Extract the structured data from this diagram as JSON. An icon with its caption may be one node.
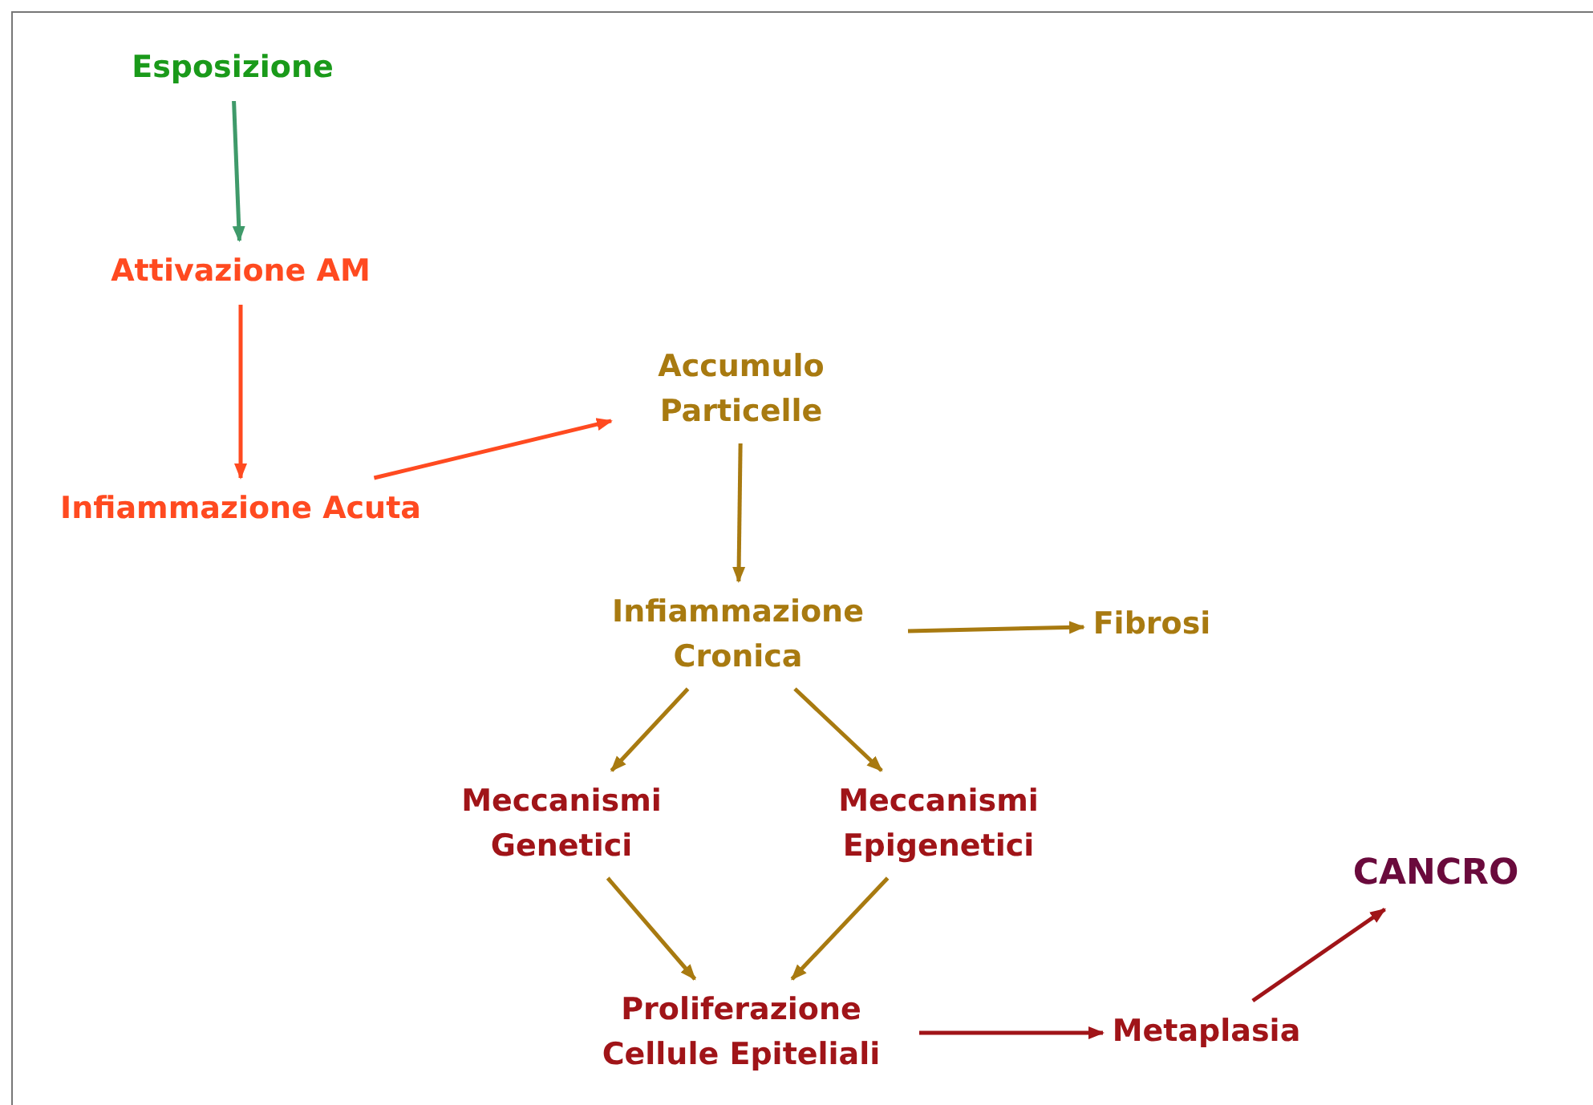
{
  "diagram": {
    "nodes": [
      {
        "text": [
          "Esposizione"
        ]
      },
      {
        "text": [
          "Attivazione AM"
        ]
      },
      {
        "text": [
          "Infiammazione Acuta"
        ]
      },
      {
        "text": [
          "Accumulo Particelle"
        ]
      },
      {
        "text": [
          "Infiammazione Cronica"
        ]
      },
      {
        "text": [
          "Fibrosi"
        ]
      },
      {
        "text": [
          "Meccanismi Genetici"
        ]
      },
      {
        "text": [
          "Meccanismi Epigenetici"
        ]
      },
      {
        "text": [
          "Proliferazione Cellule Epiteliali"
        ]
      },
      {
        "text": [
          "Metaplasia"
        ]
      },
      {
        "text": [
          "CANCRO"
        ]
      }
    ],
    "edges": [
      {
        "from": 0,
        "to": 1,
        "arrow": "to",
        "color": "#3f9a6a"
      },
      {
        "from": 1,
        "to": 2,
        "arrow": "to",
        "color": "#ff4a20"
      },
      {
        "from": 2,
        "to": 3,
        "arrow": "to",
        "color": "#ff4a20"
      },
      {
        "from": 3,
        "to": 4,
        "arrow": "to"
      },
      {
        "from": 4,
        "to": 5,
        "arrow": "to"
      },
      {
        "from": 4,
        "to": 6,
        "arrow": "to"
      },
      {
        "from": 4,
        "to": 7,
        "arrow": "to"
      },
      {
        "from": 6,
        "to": 8,
        "arrow": "to"
      },
      {
        "from": 7,
        "to": 8,
        "arrow": "to"
      },
      {
        "from": 8,
        "to": 9,
        "arrow": "to",
        "color": "#a01418"
      },
      {
        "from": 9,
        "to": 10,
        "arrow": "to",
        "color": "#a01418"
      }
    ]
  }
}
